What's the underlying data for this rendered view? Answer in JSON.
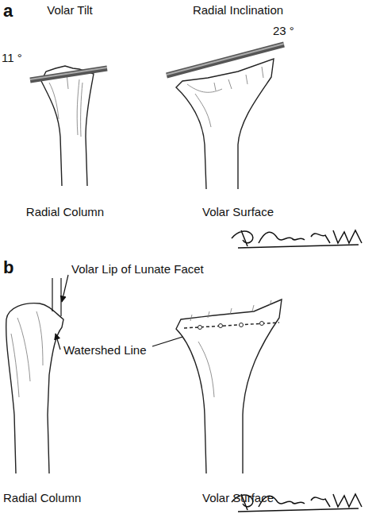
{
  "diagram": {
    "labels": [
      "a",
      "Volar Tilt",
      "Radial Inclination",
      "11 °",
      "23 °",
      "Radial Column",
      "Volar Surface",
      "b",
      "Volar Lip of Lunate Facet",
      "Watershed Line",
      "Radial Column",
      "Volar Surface"
    ]
  }
}
